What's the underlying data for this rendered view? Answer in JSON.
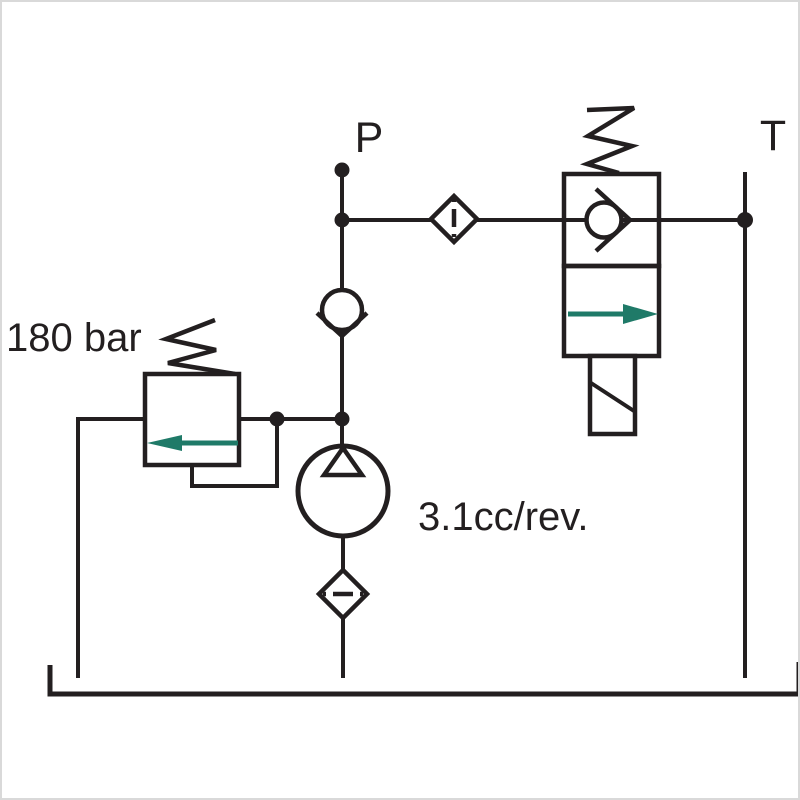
{
  "diagram": {
    "type": "hydraulic-circuit-schematic",
    "labels": {
      "port_p": "P",
      "port_t": "T",
      "relief_pressure": "180 bar",
      "pump_displacement": "3.1cc/rev."
    },
    "colors": {
      "line": "#231f20",
      "accent": "#1f7a68",
      "background": "#ffffff"
    },
    "components": [
      {
        "name": "pressure-relief-valve",
        "setting": "180 bar",
        "drain": "tank"
      },
      {
        "name": "outlet-check-valve",
        "free_flow": "up"
      },
      {
        "name": "pressure-line-filter"
      },
      {
        "name": "solenoid-valve-2-2",
        "position_1": "check-valve",
        "position_2": "free-flow-arrow"
      },
      {
        "name": "pump",
        "displacement": "3.1cc/rev."
      },
      {
        "name": "suction-strainer"
      },
      {
        "name": "tank"
      }
    ]
  }
}
